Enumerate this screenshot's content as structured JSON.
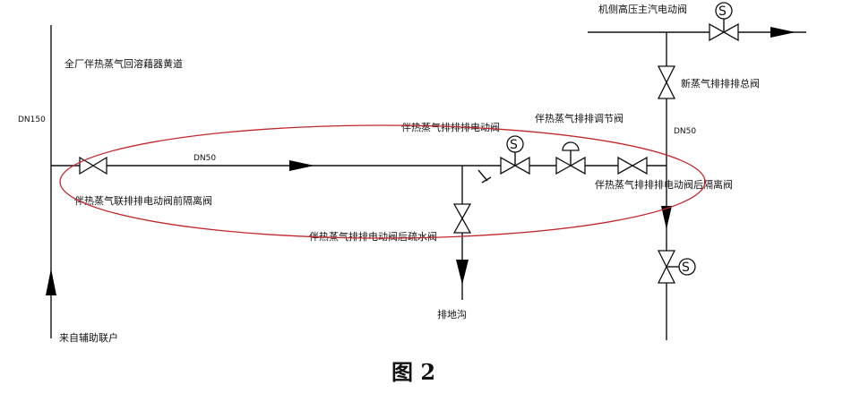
{
  "labels": {
    "main_line": "全厂伴热蒸气回溶藉器黄道",
    "dn150": "DN150",
    "from_aux": "来自辅助联户",
    "dn50_horizontal": "DN50",
    "front_valve": "伴热蒸气联排排电动阀前隔离阀",
    "electric_valve": "伴热蒸气排排排电动阀",
    "regulating_valve": "伴热蒸气排排调节阀",
    "rear_valve": "伴热蒸气排排排电动阀后隔离阀",
    "drain_valve": "伴热蒸气排排电动阀后疏水阀",
    "drain_ditch": "排地沟",
    "new_steam_valve": "新蒸气排排排总阀",
    "dn50_vertical": "DN50",
    "unit_valve": "机侧高压主汽电动阀",
    "valve_s": "S",
    "caption": "图 2"
  },
  "colors": {
    "pipe": "#111111",
    "highlight_oval": "#c0282d"
  }
}
